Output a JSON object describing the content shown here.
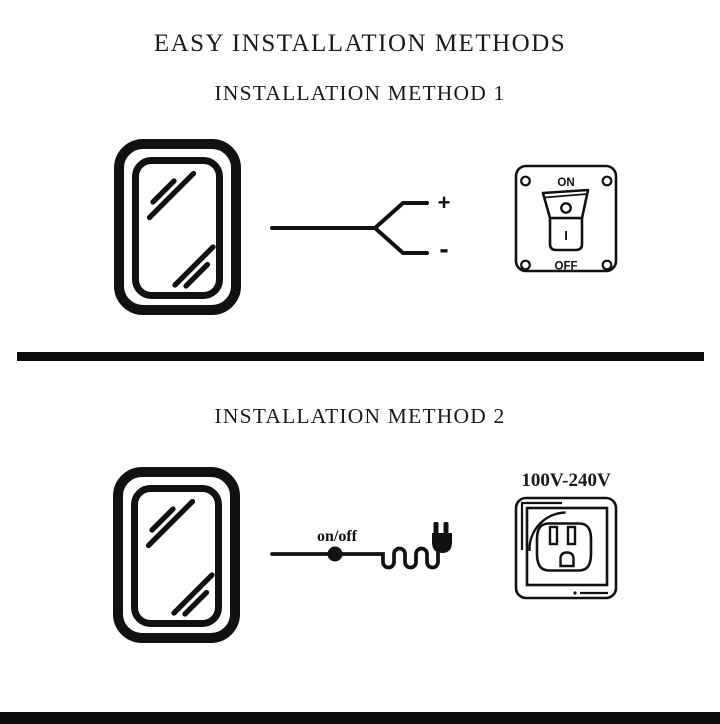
{
  "page": {
    "title": "EASY INSTALLATION METHODS"
  },
  "method1": {
    "heading": "INSTALLATION METHOD 1",
    "plus_label": "+",
    "minus_label": "-",
    "switch": {
      "on_label": "ON",
      "off_label": "OFF",
      "i_symbol": "I"
    }
  },
  "method2": {
    "heading": "INSTALLATION METHOD 2",
    "onoff_label": "on/off",
    "outlet_voltage": "100V-240V"
  },
  "colors": {
    "ink": "#1a1a1a",
    "background": "#ffffff"
  }
}
